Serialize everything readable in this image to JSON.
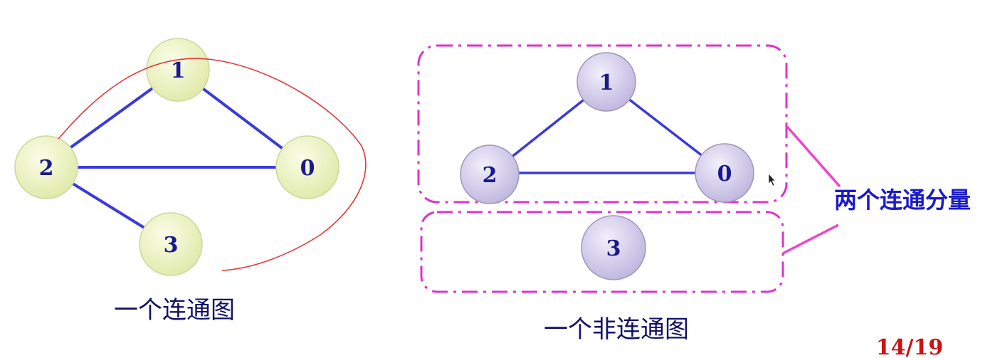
{
  "left_graph": {
    "caption": "一个连通图",
    "nodes": [
      {
        "id": "1",
        "label": "1"
      },
      {
        "id": "2",
        "label": "2"
      },
      {
        "id": "0",
        "label": "0"
      },
      {
        "id": "3",
        "label": "3"
      }
    ],
    "edges": [
      [
        "2",
        "1"
      ],
      [
        "1",
        "0"
      ],
      [
        "2",
        "0"
      ],
      [
        "2",
        "3"
      ]
    ],
    "node_fill": "#eef5c8",
    "node_stroke": "#c9d99a"
  },
  "right_graph": {
    "caption": "一个非连通图",
    "nodes": [
      {
        "id": "1",
        "label": "1"
      },
      {
        "id": "2",
        "label": "2"
      },
      {
        "id": "0",
        "label": "0"
      },
      {
        "id": "3",
        "label": "3"
      }
    ],
    "edges": [
      [
        "2",
        "1"
      ],
      [
        "1",
        "0"
      ],
      [
        "2",
        "0"
      ]
    ],
    "node_fill": "#dcd6f0",
    "node_stroke": "#9e98bb",
    "component_label": "两个连通分量"
  },
  "colors": {
    "edge": "#3a3adb",
    "component_box": "#dd33cc",
    "bracket": "#ee44cc",
    "annotation_stroke": "#e23a3a"
  },
  "page_number": "14/19"
}
